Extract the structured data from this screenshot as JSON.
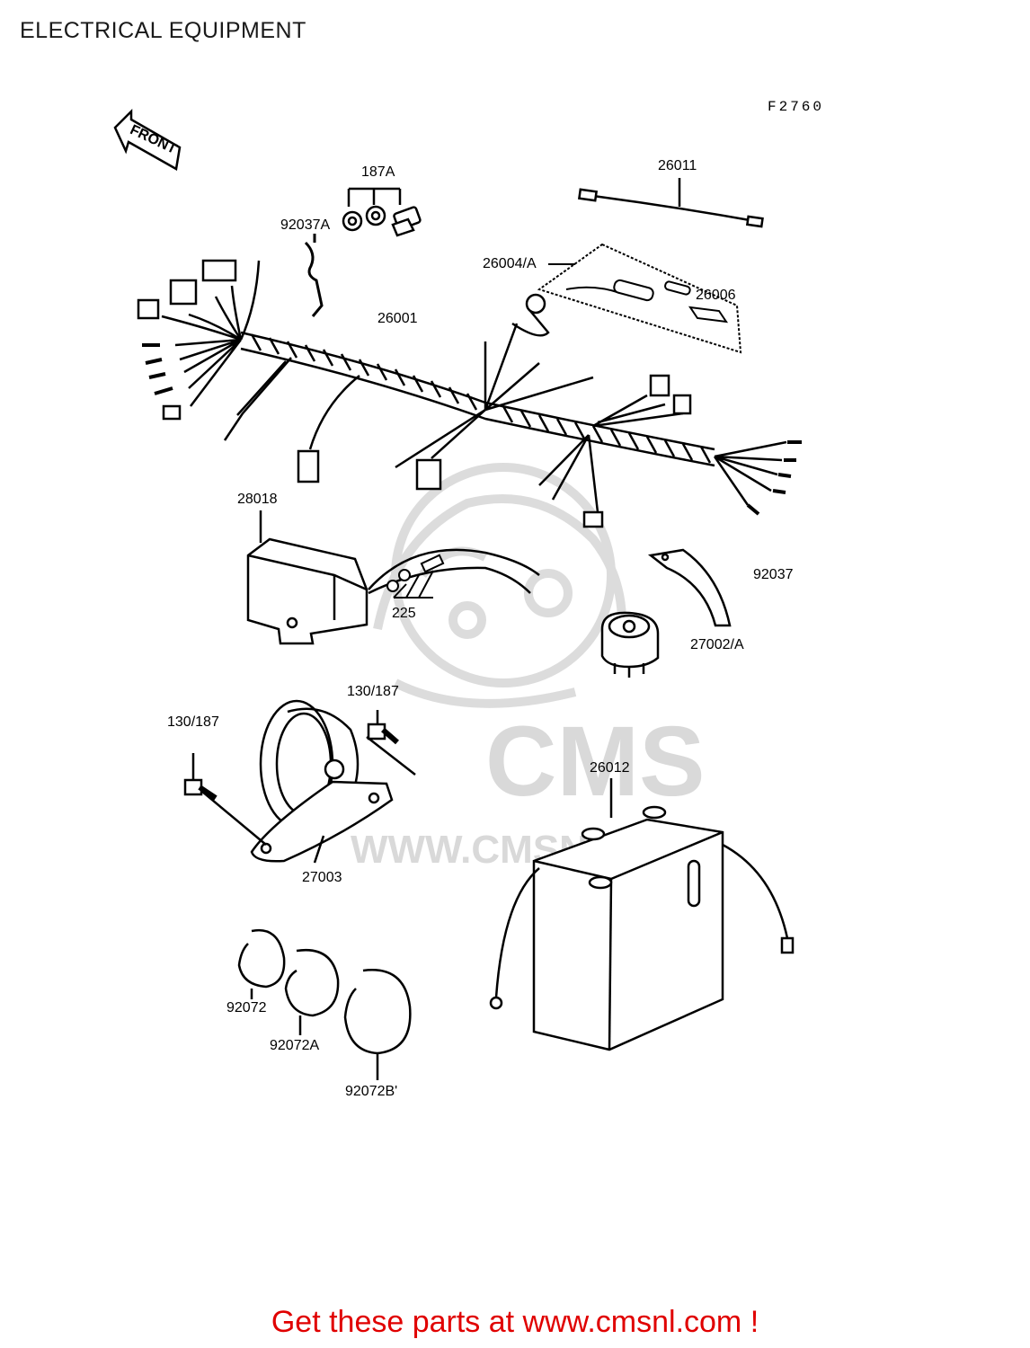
{
  "title": "ELECTRICAL EQUIPMENT",
  "figure_code": "F2760",
  "front_marker": "FRONT",
  "part_labels": {
    "p187A": "187A",
    "p92037A": "92037A",
    "p26011": "26011",
    "p26004A": "26004/A",
    "p26006": "26006",
    "p26001": "26001",
    "p28018": "28018",
    "p92037": "92037",
    "p225": "225",
    "p27002A": "27002/A",
    "p130_187_right": "130/187",
    "p130_187_left": "130/187",
    "p26012": "26012",
    "p27003": "27003",
    "p92072": "92072",
    "p92072A": "92072A",
    "p92072B": "92072B'"
  },
  "watermark": {
    "brand": "CMS",
    "url": "WWW.CMSNL.COM"
  },
  "footer": {
    "cta": "Get these parts at www.cmsnl.com !"
  },
  "colors": {
    "ink": "#000000",
    "cta": "#e00000",
    "watermark": "#d8d8d8"
  }
}
